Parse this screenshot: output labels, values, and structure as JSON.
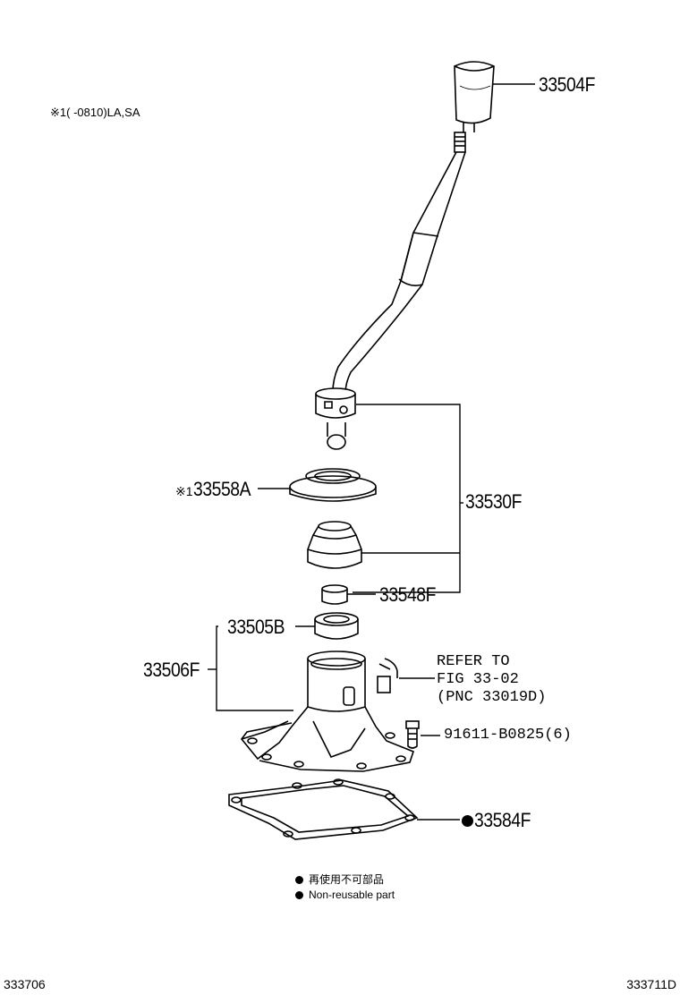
{
  "note": "※1(    -0810)LA,SA",
  "parts": {
    "knob": "33504F",
    "seat": "33558A",
    "seat_prefix": "※1",
    "lever_assy": "33530F",
    "bushing": "33548F",
    "boot": "33505B",
    "retainer": "33506F",
    "bolt": "91611-B0825(6)",
    "gasket": "33584F"
  },
  "refer": {
    "line1": "REFER TO",
    "line2": "FIG 33-02",
    "line3": "(PNC 33019D)"
  },
  "legend": {
    "jp": "再使用不可部品",
    "en": "Non-reusable part"
  },
  "footer": {
    "left": "333706",
    "right": "333711D"
  }
}
